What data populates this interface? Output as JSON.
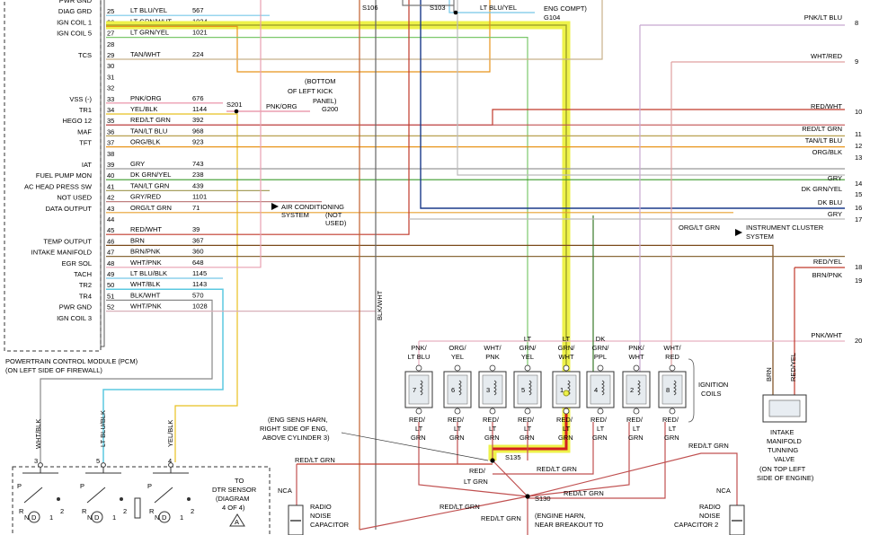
{
  "pcm": {
    "title": "POWERTRAIN CONTROL MODULE (PCM)",
    "subtitle": "(ON LEFT SIDE OF FIREWALL)",
    "rows": [
      {
        "label": "PWR GND",
        "pin": "",
        "wire": "",
        "circuit": ""
      },
      {
        "label": "DIAG GRD",
        "pin": "25",
        "wire": "LT BLU/YEL",
        "circuit": "567"
      },
      {
        "label": "IGN COIL 1",
        "pin": "26",
        "wire": "LT GRN/WHT",
        "circuit": "1024"
      },
      {
        "label": "IGN COIL 5",
        "pin": "27",
        "wire": "LT GRN/YEL",
        "circuit": "1021"
      },
      {
        "label": "",
        "pin": "28",
        "wire": "",
        "circuit": ""
      },
      {
        "label": "TCS",
        "pin": "29",
        "wire": "TAN/WHT",
        "circuit": "224"
      },
      {
        "label": "",
        "pin": "30",
        "wire": "",
        "circuit": ""
      },
      {
        "label": "",
        "pin": "31",
        "wire": "",
        "circuit": ""
      },
      {
        "label": "",
        "pin": "32",
        "wire": "",
        "circuit": ""
      },
      {
        "label": "VSS (-)",
        "pin": "33",
        "wire": "PNK/ORG",
        "circuit": "676"
      },
      {
        "label": "TR1",
        "pin": "34",
        "wire": "YEL/BLK",
        "circuit": "1144"
      },
      {
        "label": "HEGO 12",
        "pin": "35",
        "wire": "RED/LT GRN",
        "circuit": "392"
      },
      {
        "label": "MAF",
        "pin": "36",
        "wire": "TAN/LT BLU",
        "circuit": "968"
      },
      {
        "label": "TFT",
        "pin": "37",
        "wire": "ORG/BLK",
        "circuit": "923"
      },
      {
        "label": "",
        "pin": "38",
        "wire": "",
        "circuit": ""
      },
      {
        "label": "IAT",
        "pin": "39",
        "wire": "GRY",
        "circuit": "743"
      },
      {
        "label": "FUEL PUMP MON",
        "pin": "40",
        "wire": "DK GRN/YEL",
        "circuit": "238"
      },
      {
        "label": "AC HEAD PRESS SW",
        "pin": "41",
        "wire": "TAN/LT GRN",
        "circuit": "439"
      },
      {
        "label": "NOT USED",
        "pin": "42",
        "wire": "GRY/RED",
        "circuit": "1101"
      },
      {
        "label": "DATA OUTPUT",
        "pin": "43",
        "wire": "ORG/LT GRN",
        "circuit": "71"
      },
      {
        "label": "",
        "pin": "44",
        "wire": "",
        "circuit": ""
      },
      {
        "label": "",
        "pin": "45",
        "wire": "RED/WHT",
        "circuit": "39"
      },
      {
        "label": "TEMP OUTPUT",
        "pin": "46",
        "wire": "BRN",
        "circuit": "367"
      },
      {
        "label": "INTAKE MANIFOLD",
        "pin": "47",
        "wire": "BRN/PNK",
        "circuit": "360"
      },
      {
        "label": "EGR SOL",
        "pin": "48",
        "wire": "WHT/PNK",
        "circuit": "648"
      },
      {
        "label": "TACH",
        "pin": "49",
        "wire": "LT BLU/BLK",
        "circuit": "1145"
      },
      {
        "label": "TR2",
        "pin": "50",
        "wire": "WHT/BLK",
        "circuit": "1143"
      },
      {
        "label": "TR4",
        "pin": "51",
        "wire": "BLK/WHT",
        "circuit": "570"
      },
      {
        "label": "PWR GND",
        "pin": "52",
        "wire": "WHT/PNK",
        "circuit": "1028"
      },
      {
        "label": "IGN COIL 3",
        "pin": "",
        "wire": "",
        "circuit": ""
      }
    ]
  },
  "splices": {
    "s106": "S106",
    "s103": "S103",
    "s103_wire": "LT BLU/YEL",
    "g104_a": "ENG COMPT)",
    "g104": "G104",
    "s201": "S201",
    "s201_wire": "PNK/ORG",
    "g200": "G200",
    "kick1": "(BOTTOM",
    "kick2": "OF LEFT KICK",
    "kick3": "PANEL)",
    "blkwht": "BLK/WHT",
    "s135": "S135",
    "s130": "S130",
    "s130_d1": "(ENGINE HARN,",
    "s130_d2": "NEAR BREAKOUT TO",
    "eng1": "(ENG SENS HARN,",
    "eng2": "RIGHT SIDE OF ENG,",
    "eng3": "ABOVE CYLINDER 3)"
  },
  "ac": {
    "l1": "AIR CONDITIONING",
    "l2": "SYSTEM",
    "l3": "(NOT",
    "l4": "USED)"
  },
  "ic": {
    "wire": "ORG/LT GRN",
    "l1": "INSTRUMENT CLUSTER",
    "l2": "SYSTEM"
  },
  "right_wires": [
    {
      "wire": "PNK/LT BLU",
      "num": "8"
    },
    {
      "wire": "WHT/RED",
      "num": "9"
    },
    {
      "wire": "RED/WHT",
      "num": "10"
    },
    {
      "wire": "RED/LT GRN",
      "num": "11"
    },
    {
      "wire": "TAN/LT BLU",
      "num": "12"
    },
    {
      "wire": "ORG/BLK",
      "num": "13"
    },
    {
      "wire": "GRY",
      "num": "14"
    },
    {
      "wire": "DK GRN/YEL",
      "num": "15"
    },
    {
      "wire": "DK BLU",
      "num": "16"
    },
    {
      "wire": "GRY",
      "num": "17"
    },
    {
      "wire": "RED/YEL",
      "num": "18"
    },
    {
      "wire": "BRN/PNK",
      "num": "19"
    },
    {
      "wire": "PNK/WHT",
      "num": "20"
    }
  ],
  "coils": [
    {
      "top1": "PNK/",
      "top2": "LT BLU",
      "n": "7",
      "b1": "RED/",
      "b2": "LT",
      "b3": "GRN"
    },
    {
      "top1": "ORG/",
      "top2": "YEL",
      "n": "6",
      "b1": "RED/",
      "b2": "LT",
      "b3": "GRN"
    },
    {
      "top1": "WHT/",
      "top2": "PNK",
      "n": "3",
      "b1": "RED/",
      "b2": "LT",
      "b3": "GRN"
    },
    {
      "top1": "LT",
      "top2": "GRN/",
      "top3": "YEL",
      "n": "5",
      "b1": "RED/",
      "b2": "LT",
      "b3": "GRN"
    },
    {
      "top1": "LT",
      "top2": "GRN/",
      "top3": "WHT",
      "n": "1",
      "b1": "RED/",
      "b2": "LT",
      "b3": "GRN"
    },
    {
      "top1": "DK",
      "top2": "GRN/",
      "top3": "PPL",
      "n": "4",
      "b1": "RED/",
      "b2": "LT",
      "b3": "GRN"
    },
    {
      "top1": "PNK/",
      "top2": "WHT",
      "n": "2",
      "b1": "RED/",
      "b2": "LT",
      "b3": "GRN"
    },
    {
      "top1": "WHT/",
      "top2": "RED",
      "n": "8",
      "b1": "RED/",
      "b2": "LT",
      "b3": "GRN"
    }
  ],
  "ign_coils": {
    "l1": "IGNITION",
    "l2": "COILS"
  },
  "imrc": {
    "brn": "BRN",
    "redyel": "RED/YEL",
    "l1": "INTAKE",
    "l2": "MANIFOLD",
    "l3": "TUNNING",
    "l4": "VALVE",
    "l5": "(ON TOP LEFT",
    "l6": "SIDE OF ENGINE)"
  },
  "harness": {
    "redltgrn": "RED/LT GRN",
    "w1": "RED/LT GRN",
    "w2": "RED/",
    "w2b": "LT GRN",
    "w3": "RED/LT GRN",
    "w4": "RED/LT GRN",
    "w5": "RED/LT GRN",
    "w6": "RED/LT GRN",
    "w7": "RED/LT GRN"
  },
  "radio": {
    "nca1": "NCA",
    "l1": "RADIO",
    "l2": "NOISE",
    "l3": "CAPACITOR",
    "nca2": "NCA",
    "r1": "RADIO",
    "r2": "NOISE",
    "r3": "CAPACITOR 2"
  },
  "dtr": {
    "wire3": "WHT/BLK",
    "wire5": "LT BLU/BLK",
    "wire4": "YEL/BLK",
    "pin3": "3",
    "pin5": "5",
    "pin4": "4",
    "to1": "TO",
    "to2": "DTR SENSOR",
    "to3": "(DIAGRAM",
    "to4": "4 OF 4)",
    "tri": "A",
    "p": "P",
    "r": "R",
    "n": "N",
    "d": "D",
    "one": "1",
    "two": "2"
  }
}
